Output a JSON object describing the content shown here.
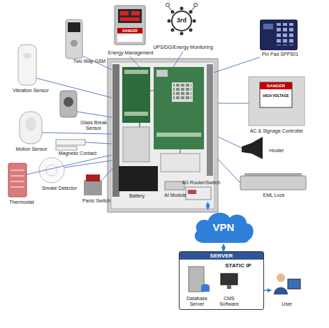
{
  "diagram": {
    "nodes": [
      {
        "text": [
          "Energy Management"
        ]
      },
      {
        "text": [
          "UPS/DG/Energy Monitoring"
        ]
      },
      {
        "text": [
          "Two Way GSM"
        ]
      },
      {
        "text": [
          "Vibration Sensor"
        ]
      },
      {
        "text": [
          "Pin Pad SPP501"
        ]
      },
      {
        "text": [
          "Glass Break Sensor"
        ]
      },
      {
        "text": [
          "Motion Sensor"
        ]
      },
      {
        "text": [
          "Magnetic Contact"
        ]
      },
      {
        "text": [
          "Thermostat"
        ]
      },
      {
        "text": [
          "Smoke Detector"
        ]
      },
      {
        "text": [
          "Panic Switch"
        ]
      },
      {
        "text": [
          "Battery"
        ]
      },
      {
        "text": [
          "AI Module"
        ]
      },
      {
        "text": [
          "4G Router/Switch"
        ]
      },
      {
        "text": [
          "AC & Signage Controller"
        ]
      },
      {
        "text": [
          "Hooter"
        ]
      },
      {
        "text": [
          "EML Lock"
        ]
      },
      {
        "text": [
          "VPN"
        ]
      },
      {
        "text": [
          "SERVER",
          "STATIC IP"
        ]
      },
      {
        "text": [
          "Database Server"
        ],
        "in": 18
      },
      {
        "text": [
          "CMS Software"
        ],
        "in": 18
      },
      {
        "text": [
          "User"
        ]
      }
    ],
    "edges": [
      {
        "from": 13,
        "to": 17,
        "arrow": "both"
      },
      {
        "from": 17,
        "to": 18,
        "arrow": "both"
      },
      {
        "from": 18,
        "to": 21,
        "arrow": "to"
      }
    ],
    "labels": [
      "DANGER",
      "3rd",
      "DANGER",
      "HIGH VOLTAGE"
    ]
  }
}
